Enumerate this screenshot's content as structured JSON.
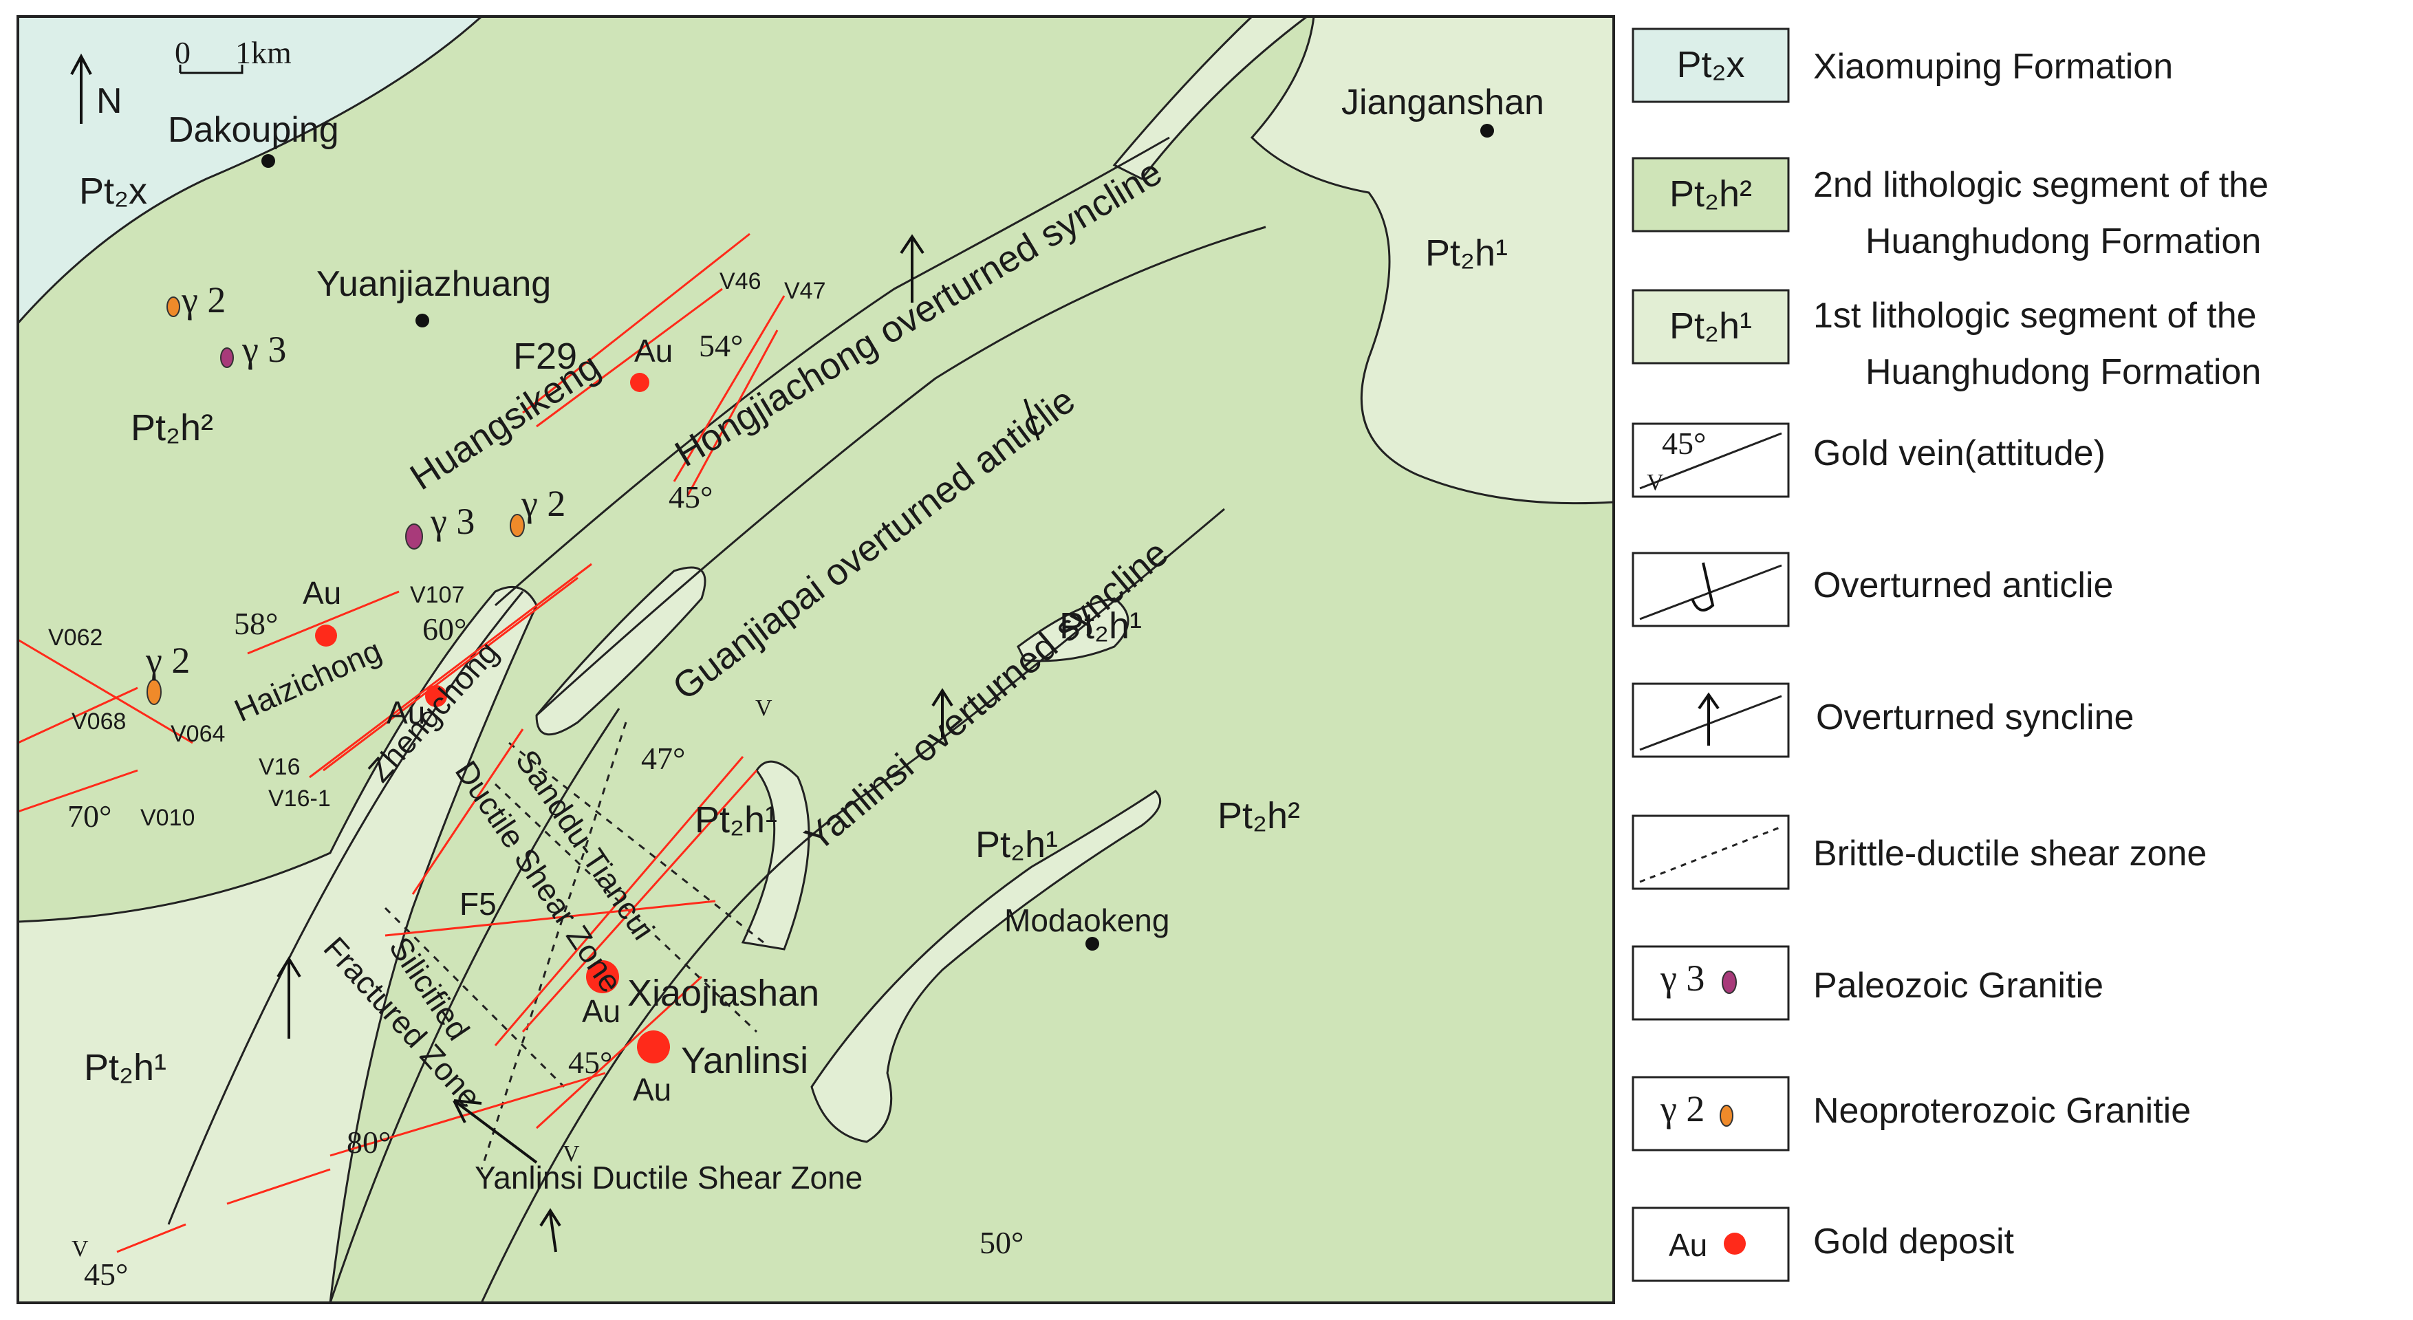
{
  "scale_bar": {
    "zero": "0",
    "unit": "1km"
  },
  "north": {
    "label": "N"
  },
  "formations": {
    "pt2x": "Pt₂x",
    "pt2h2": "Pt₂h²",
    "pt2h1": "Pt₂h¹"
  },
  "places": {
    "dakouping": "Dakouping",
    "yuanjiazhuang": "Yuanjiazhuang",
    "jianganshan": "Jianganshan",
    "modaokeng": "Modaokeng"
  },
  "deposits": {
    "au": "Au",
    "huangsikeng": "Huangsikeng",
    "haizichong": "Haizichong",
    "zhengchong": "Zhengchong",
    "xiaojiashan": "Xiaojiashan",
    "yanlinsi": "Yanlinsi"
  },
  "structures": {
    "hongjiachong_syncline": "Hongjiachong overturned syncline",
    "guanjiapai_anticline": "Guanjiapai overturned anticlie",
    "yanlinsi_syncline": "Yanlinsi overturned syncline",
    "sanddu_zone_1": "Sanddu-Tiancui",
    "sanddu_zone_2": "Ductile Shear Zone",
    "silicified_1": "Silicified",
    "silicified_2": "Fractured Zone",
    "yanlinsi_shear": "Yanlinsi Ductile Shear Zone"
  },
  "faults": {
    "f29": "F29",
    "f5": "F5"
  },
  "veins": {
    "v46": "V46",
    "v47": "V47",
    "v107": "V107",
    "v062": "V062",
    "v068": "V068",
    "v064": "V064",
    "v16": "V16",
    "v16_1": "V16-1",
    "v010": "V010",
    "v": "V"
  },
  "granite": {
    "g2": "γ 2",
    "g3": "γ 3"
  },
  "attitudes": {
    "a54": "54°",
    "a45": "45°",
    "a58": "58°",
    "a60": "60°",
    "a47": "47°",
    "a70": "70°",
    "a80": "80°",
    "a50": "50°"
  },
  "legend": [
    {
      "code": "Pt₂x",
      "label": "Xiaomuping Formation",
      "color": "#dcefe9"
    },
    {
      "code": "Pt₂h²",
      "label": "2nd lithologic segment of the Huanghudong Formation",
      "line1": "2nd lithologic segment of the",
      "line2": "Huanghudong Formation",
      "color": "#cfe4b8"
    },
    {
      "code": "Pt₂h¹",
      "label": "1st lithologic segment of the Huanghudong Formation",
      "line1": "1st lithologic segment of the",
      "line2": "Huanghudong Formation",
      "color": "#e2eed4"
    },
    {
      "code": "45°",
      "label": "Gold vein(attitude)"
    },
    {
      "code": "",
      "label": "Overturned anticlie"
    },
    {
      "code": "",
      "label": "Overturned syncline"
    },
    {
      "code": "",
      "label": "Brittle-ductile shear zone"
    },
    {
      "code": "γ 3",
      "label": "Paleozoic Granitie"
    },
    {
      "code": "γ 2",
      "label": "Neoproterozoic Granitie"
    },
    {
      "code": "Au",
      "label": "Gold deposit"
    }
  ],
  "colors": {
    "pt2x": "#dcefe9",
    "pt2h2": "#cfe4b8",
    "pt2h1": "#e2eed4",
    "vein": "#ff2a1a",
    "deposit": "#ff2a1a",
    "granite_paleozoic": "#a83a7a",
    "granite_neoproterozoic": "#ef8a2a"
  }
}
